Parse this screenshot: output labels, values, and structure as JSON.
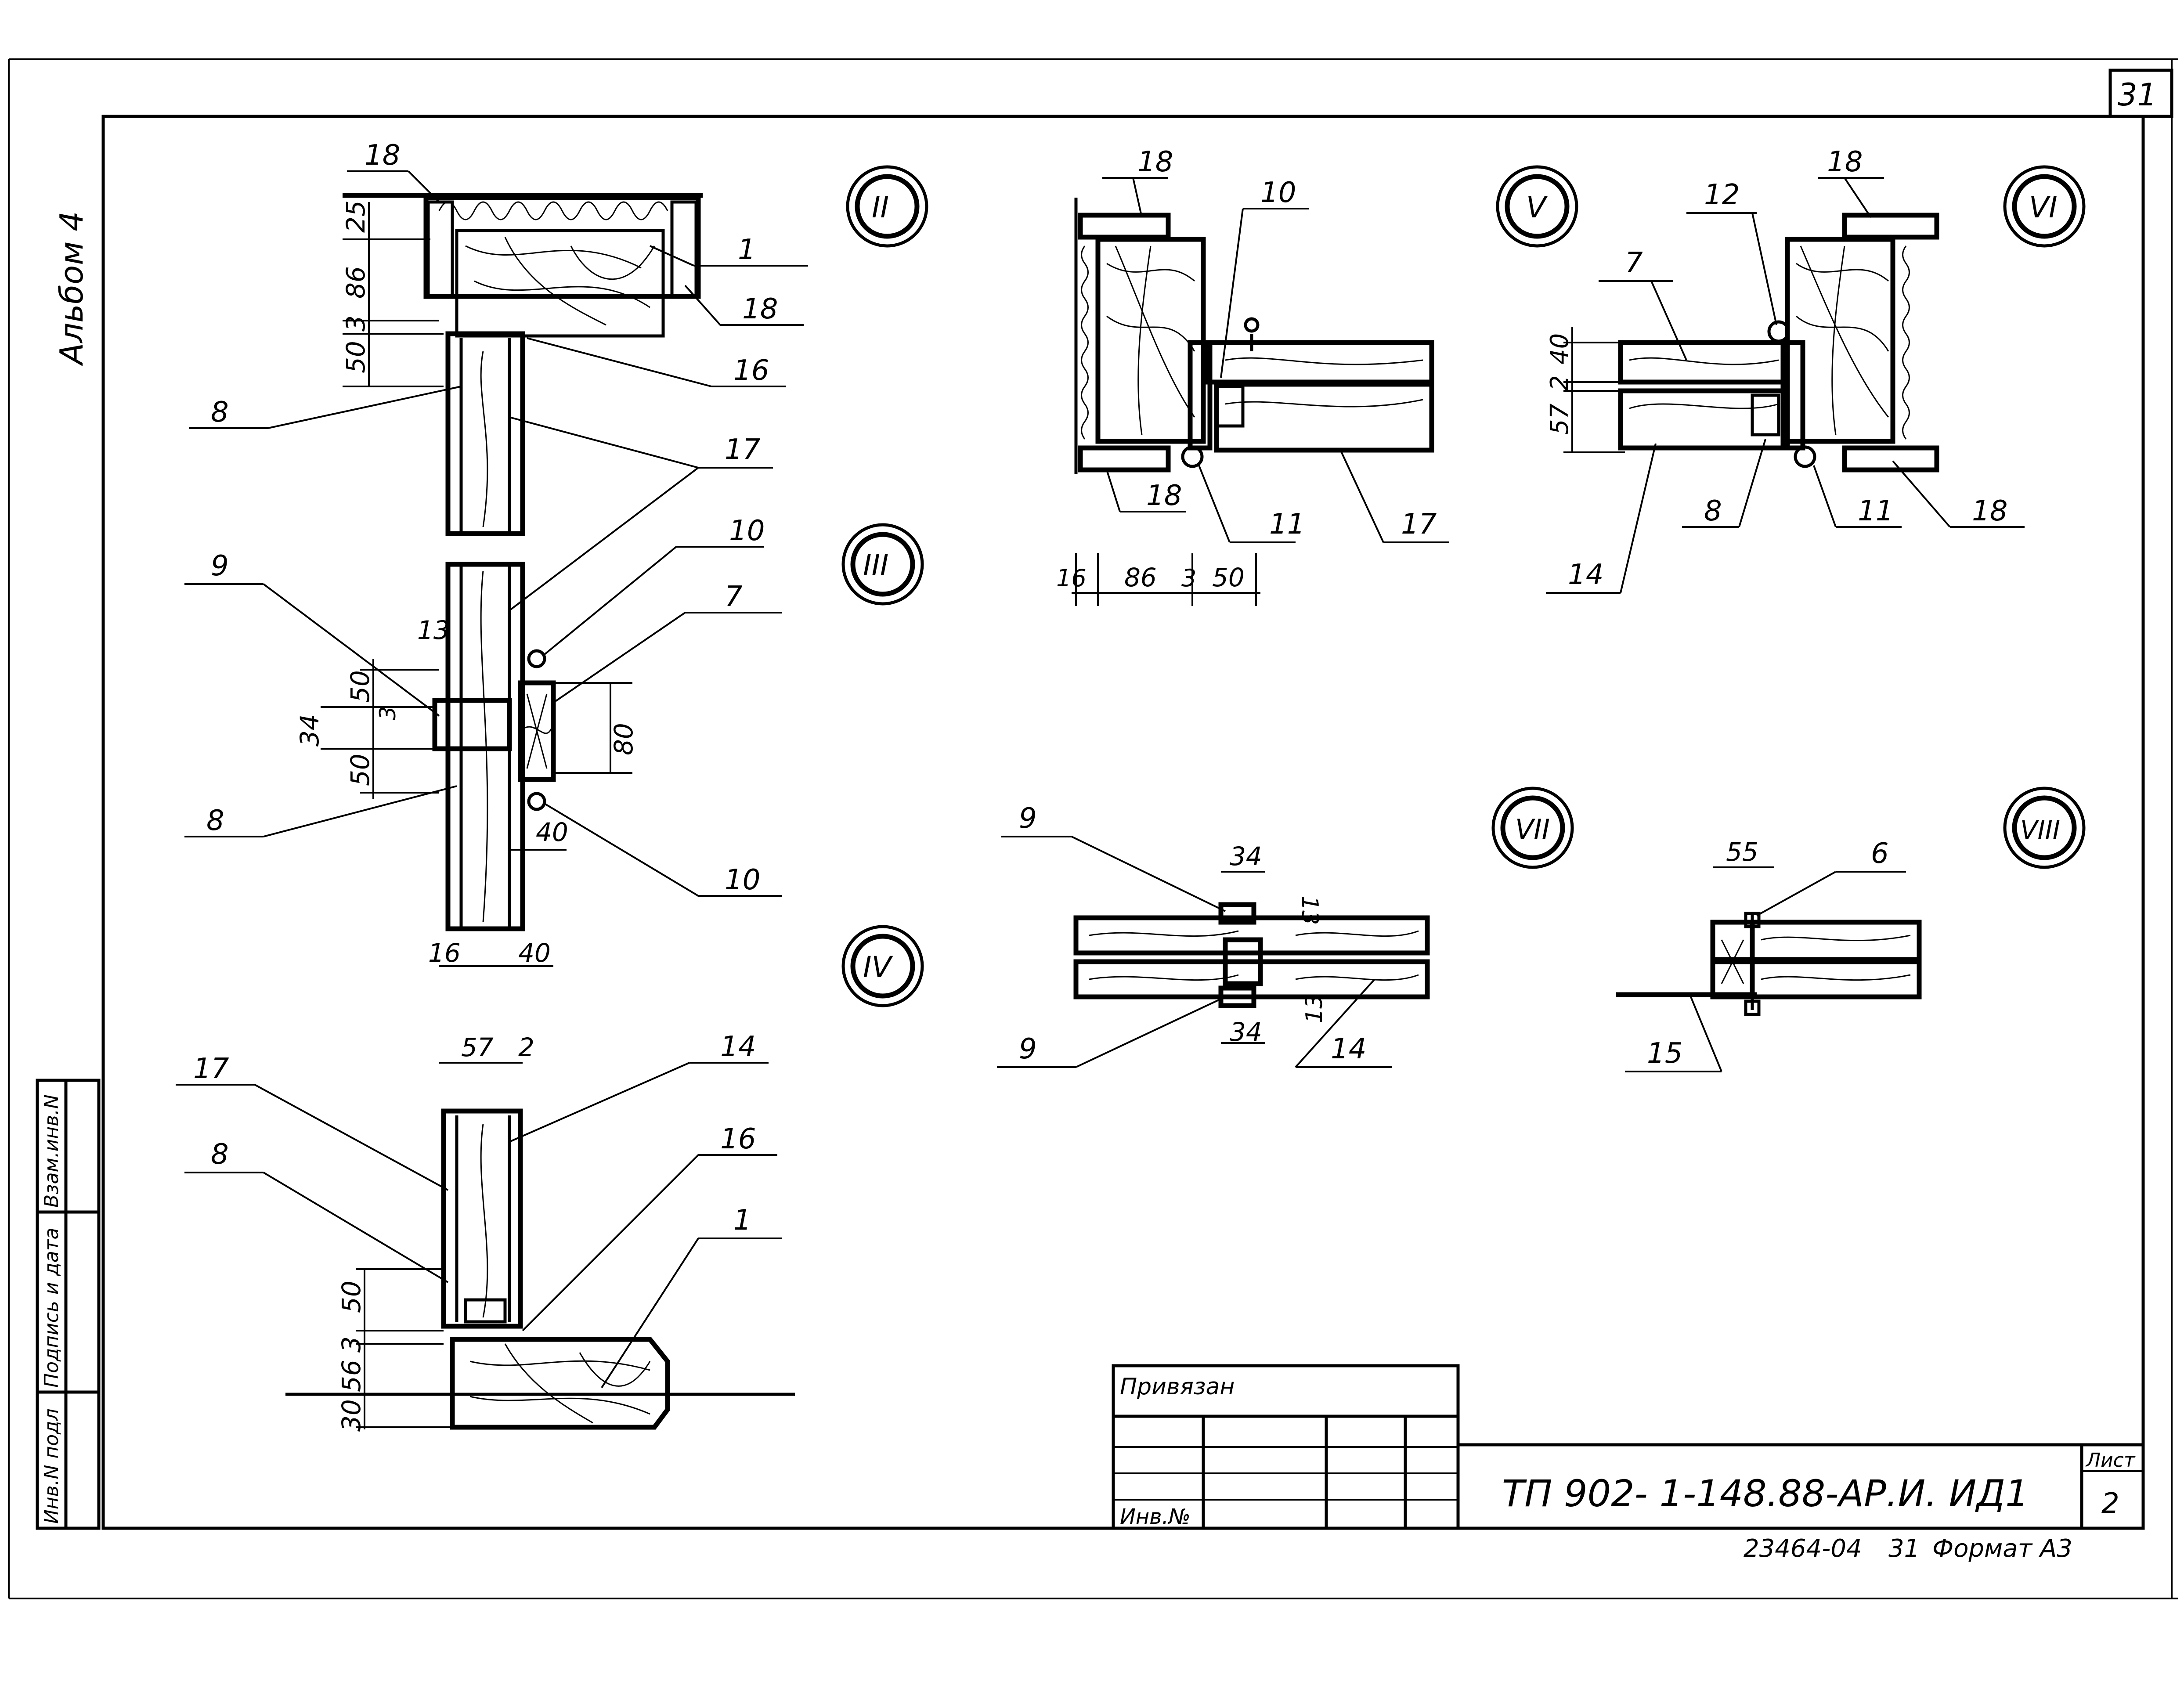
{
  "sheet": {
    "number": "31",
    "album_label": "Альбом 4",
    "stamp_title": "ТП 902- 1-148.88-АР.И. ИД1",
    "sheet_label": "Лист",
    "sheet_value": "2",
    "archive_number": "23464-04",
    "archive_sheet": "31",
    "format": "Формат А3",
    "bound_label": "Привязан",
    "inv_label": "Инв.№",
    "side_box": [
      "Инв.N подл",
      "Подпись и дата",
      "Взам.инв.N"
    ]
  },
  "details": {
    "II": {
      "mark": "II",
      "callouts": [
        "18",
        "1",
        "18",
        "16",
        "8",
        "17"
      ],
      "dims": [
        "25",
        "86",
        "3",
        "50"
      ]
    },
    "III": {
      "mark": "III",
      "callouts": [
        "9",
        "10",
        "7",
        "8",
        "10"
      ],
      "dims": [
        "13",
        "50",
        "34",
        "3",
        "50",
        "80",
        "40",
        "16",
        "40"
      ]
    },
    "IV": {
      "mark": "IV",
      "callouts": [
        "17",
        "14",
        "8",
        "16",
        "1"
      ],
      "dims": [
        "57",
        "2",
        "50",
        "3",
        "56",
        "30"
      ]
    },
    "V": {
      "mark": "V",
      "callouts": [
        "18",
        "10",
        "18",
        "11",
        "17"
      ],
      "dims": [
        "16",
        "86",
        "3",
        "50"
      ]
    },
    "VI": {
      "mark": "VI",
      "callouts": [
        "12",
        "18",
        "7",
        "8",
        "11",
        "18",
        "14"
      ],
      "dims": [
        "40",
        "2",
        "57"
      ]
    },
    "VII": {
      "mark": "VII",
      "callouts": [
        "9",
        "9",
        "14"
      ],
      "dims": [
        "34",
        "13",
        "34",
        "13"
      ]
    },
    "VIII": {
      "mark": "VIII",
      "callouts": [
        "6",
        "15"
      ],
      "dims": [
        "55"
      ]
    }
  }
}
